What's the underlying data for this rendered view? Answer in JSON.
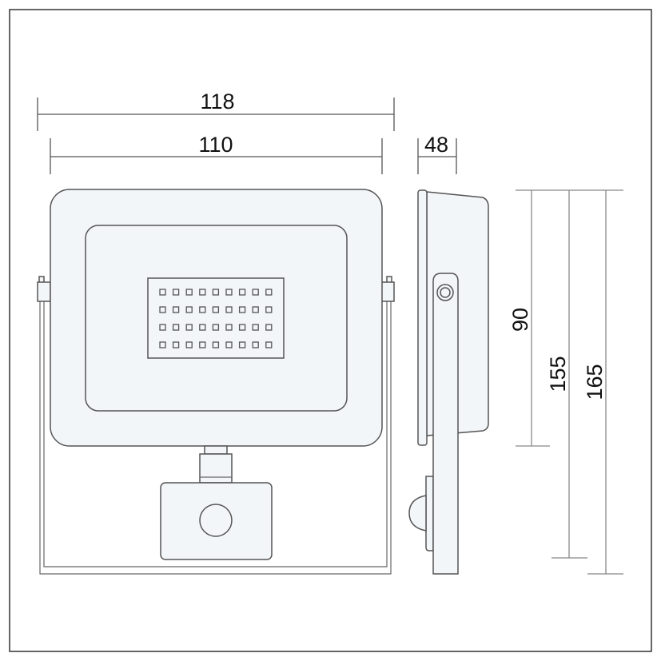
{
  "drawing": {
    "title": "Floodlight with PIR sensor dimensions",
    "dimensions": {
      "overall_width": "118",
      "housing_width": "110",
      "depth": "48",
      "housing_height": "90",
      "height_to_bracket": "155",
      "overall_height": "165"
    },
    "led_grid": {
      "rows": 4,
      "columns": 9
    },
    "colors": {
      "line": "#555555",
      "fill": "#f3f6f9",
      "text": "#111111"
    }
  }
}
